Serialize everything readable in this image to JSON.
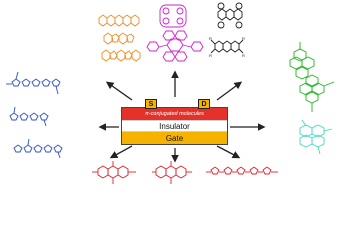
{
  "device": {
    "source_label": "S",
    "drain_label": "D",
    "semiconductor_label": "π-conjugated molecules",
    "insulator_label": "Insulator",
    "gate_label": "Gate"
  },
  "colors": {
    "orange": "#f28b20",
    "magenta": "#d21fd2",
    "black": "#222222",
    "green": "#1fb51f",
    "blue": "#2f4fd0",
    "red": "#e01f2a",
    "teal": "#3fd6c6",
    "gate": "#f5b300",
    "semiconductor": "#e4322a"
  },
  "molecules": [
    {
      "name": "pentacene",
      "color": "orange"
    },
    {
      "name": "thienoacene",
      "color": "orange"
    },
    {
      "name": "dithiophene-fused",
      "color": "orange"
    },
    {
      "name": "macrocycle",
      "color": "magenta"
    },
    {
      "name": "phthalocyanine",
      "color": "magenta"
    },
    {
      "name": "rubrene",
      "color": "black"
    },
    {
      "name": "tetra-substituted-acene",
      "color": "black"
    },
    {
      "name": "perylene-diimide-dimer",
      "color": "green"
    },
    {
      "name": "naphthalene-diimide-teal",
      "color": "teal"
    },
    {
      "name": "thiophene-polymer-1",
      "color": "blue"
    },
    {
      "name": "thiophene-polymer-2",
      "color": "blue"
    },
    {
      "name": "thiophene-polymer-3",
      "color": "blue"
    },
    {
      "name": "perylene-diimide-red",
      "color": "red"
    },
    {
      "name": "naphthalene-diimide-red",
      "color": "red"
    },
    {
      "name": "quinoidal-oligomer-red",
      "color": "red"
    }
  ]
}
